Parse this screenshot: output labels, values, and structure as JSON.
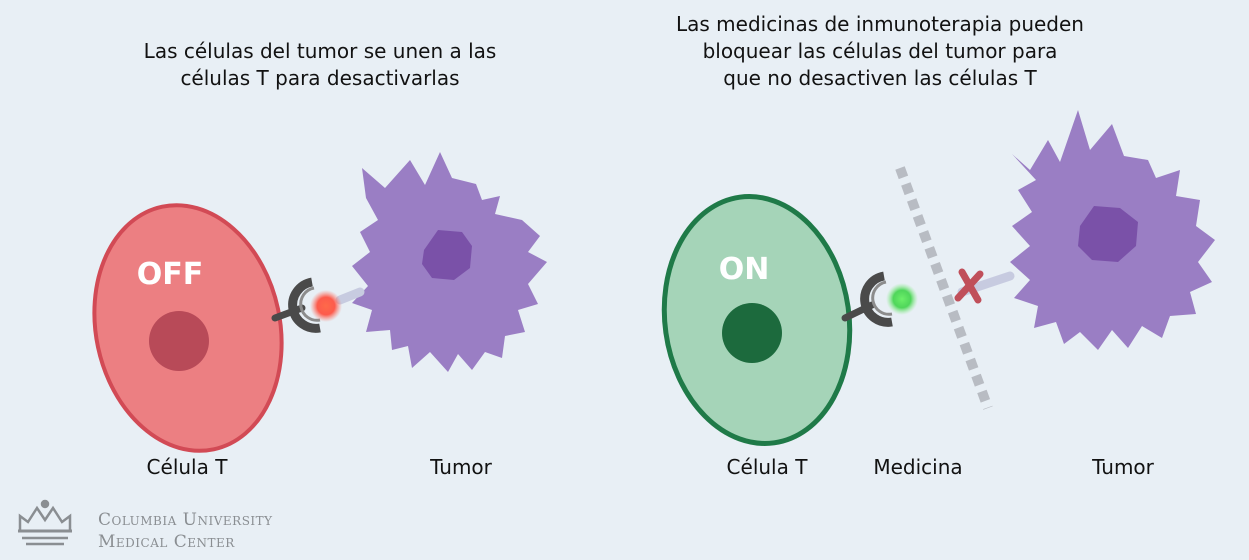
{
  "left_panel": {
    "caption_lines": [
      "Las células del tumor se unen a las",
      "células T para desactivarlas"
    ],
    "cell_status": "OFF",
    "cell_label": "Célula T",
    "tumor_label": "Tumor"
  },
  "right_panel": {
    "caption_lines": [
      "Las medicinas de inmunoterapia pueden",
      "bloquear las células del tumor para",
      "que no desactiven las células T"
    ],
    "cell_status": "ON",
    "cell_label": "Célula T",
    "medicine_label": "Medicina",
    "tumor_label": "Tumor"
  },
  "logo": {
    "line1": "Columbia University",
    "line2": "Medical Center"
  },
  "colors": {
    "background": "#e8eff5",
    "off_cell_fill": "#ec7f82",
    "off_cell_stroke": "#d24a55",
    "off_nucleus": "#b84a58",
    "on_cell_fill": "#a5d4b8",
    "on_cell_stroke": "#1f7a48",
    "on_nucleus": "#1c6a3d",
    "tumor_fill": "#9a7ec4",
    "tumor_nucleus": "#7a51a8",
    "blocker_x": "#c04f5a"
  }
}
